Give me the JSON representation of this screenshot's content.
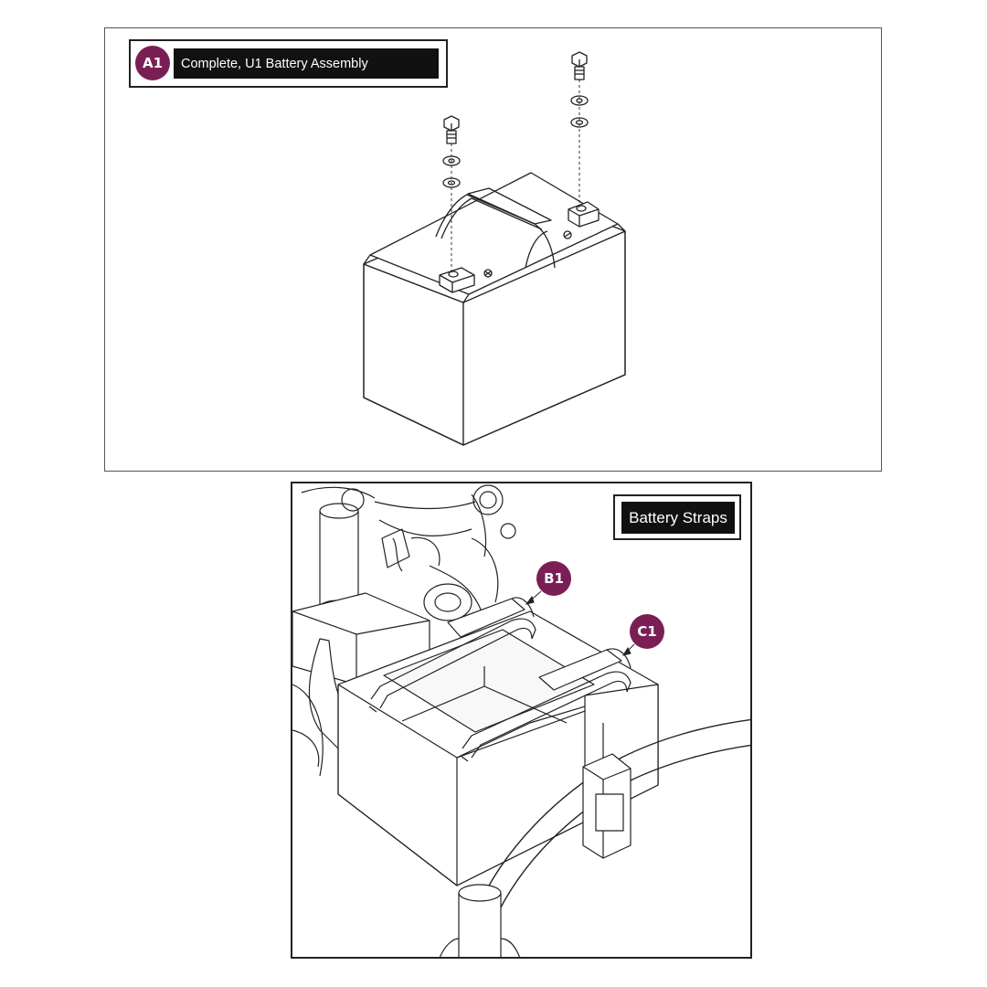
{
  "accent_color": "#7a1f55",
  "top_panel": {
    "callout": "A1",
    "title": "Complete, U1 Battery Assembly"
  },
  "bottom_panel": {
    "title": "Battery Straps",
    "callouts": [
      "B1",
      "C1"
    ]
  },
  "icons": [
    "bolt-icon",
    "washer-icon",
    "battery-icon",
    "battery-strap-icon",
    "wheelchair-frame-icon"
  ]
}
